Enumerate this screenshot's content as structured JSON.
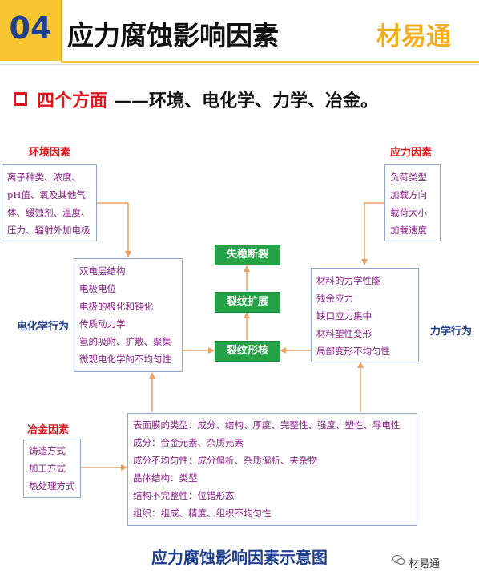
{
  "header": {
    "number": "04",
    "title": "应力腐蚀影响因素",
    "brand": "材易通"
  },
  "subtitle": {
    "highlight": "四个方面",
    "rest": "——环境、电化学、力学、冶金。"
  },
  "diagram": {
    "environment": {
      "label": "环境因素",
      "items": [
        "离子种类、浓度、",
        "pH值、氧及其他气",
        "体、缓蚀剂、温度、",
        "压力、辐射外加电极"
      ]
    },
    "stress": {
      "label": "应力因素",
      "items": [
        "负荷类型",
        "加载方向",
        "载荷大小",
        "加载速度"
      ]
    },
    "electrochem": {
      "label": "电化学行为",
      "items": [
        "双电层结构",
        "电极电位",
        "电极的极化和钝化",
        "传质动力学",
        "氢的吸附、扩散、聚集",
        "微观电化学的不均匀性"
      ]
    },
    "mechanics": {
      "label": "力学行为",
      "items": [
        "材料的力学性能",
        "残余应力",
        "缺口应力集中",
        "材料塑性变形",
        "局部变形不均匀性"
      ]
    },
    "metallurgy": {
      "label": "冶金因素",
      "items": [
        "铸造方式",
        "加工方式",
        "热处理方式"
      ]
    },
    "material": {
      "items": [
        "表面膜的类型：成分、结构、厚度、完整性、强度、塑性、导电性",
        "成分：合金元素、杂质元素",
        "成分不均匀性：成分偏析、杂质偏析、夹杂物",
        "晶体结构：类型",
        "结构不完整性：位错形态",
        "组织：组成、精度、组织不均匀性"
      ]
    },
    "stages": {
      "fracture": "失稳断裂",
      "propagation": "裂纹扩展",
      "nucleation": "裂纹形核"
    }
  },
  "caption": "应力腐蚀影响因素示意图",
  "watermark": "材易通",
  "colors": {
    "accent_yellow": "#f7c432",
    "brand_orange": "#f1ad1a",
    "title_blue": "#1f3f8f",
    "label_red": "#e0161c",
    "item_purple": "#8a1f8a",
    "stage_green": "#23a246",
    "arrow_orange": "#f0a060",
    "box_border": "#8fa5cc"
  }
}
